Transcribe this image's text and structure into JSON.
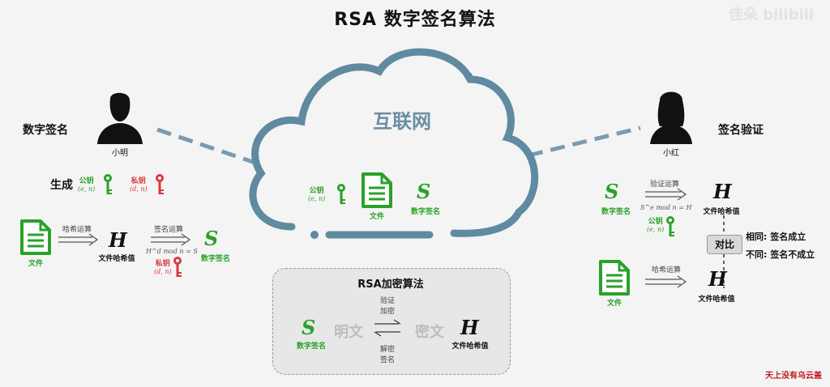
{
  "title": "RSA 数字签名算法",
  "watermark": "佳朵 bilibili",
  "credit": "天上没有乌云盖",
  "internet": "互联网",
  "left": {
    "section": "数字签名",
    "person": "小明",
    "generate": "生成",
    "public_key": "公钥",
    "public_key_math": "(e, n)",
    "private_key": "私钥",
    "private_key_math": "(d, n)",
    "file": "文件",
    "hash_op": "哈希运算",
    "H": "H",
    "hash_value": "文件哈希值",
    "sign_op": "签名运算",
    "sign_formula": "H^d mod n = S",
    "S": "S",
    "signature": "数字签名",
    "private_key2": "私钥",
    "private_key2_math": "(d, n)"
  },
  "cloud": {
    "public_key": "公钥",
    "public_key_math": "(e, n)",
    "file": "文件",
    "S": "S",
    "signature": "数字签名"
  },
  "right": {
    "section": "签名验证",
    "person": "小红",
    "S": "S",
    "signature": "数字签名",
    "verify_op": "验证运算",
    "verify_formula": "S^e mod n = H",
    "public_key": "公钥",
    "public_key_math": "(e, n)",
    "H1": "H",
    "hash_value1": "文件哈希值",
    "compare": "对比",
    "same": "相同: 签名成立",
    "diff": "不同: 签名不成立",
    "file": "文件",
    "hash_op": "哈希运算",
    "H2": "H",
    "hash_value2": "文件哈希值"
  },
  "rsa_box": {
    "title": "RSA加密算法",
    "S": "S",
    "signature": "数字签名",
    "plaintext": "明文",
    "verify": "验证",
    "encrypt": "加密",
    "decrypt": "解密",
    "sign": "签名",
    "ciphertext": "密文",
    "H": "H",
    "hash_value": "文件哈希值"
  },
  "colors": {
    "green": "#2aa12a",
    "red": "#d9383a",
    "cloud": "#5f8aa0",
    "dash": "#7a9bb0"
  }
}
